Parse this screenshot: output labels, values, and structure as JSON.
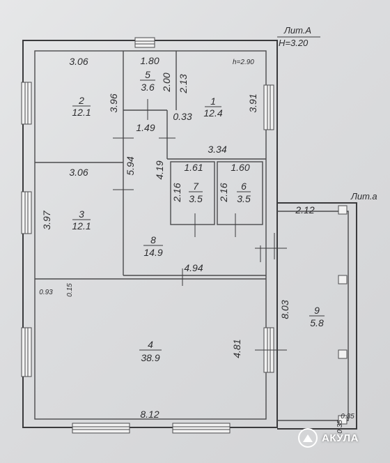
{
  "header": {
    "lit_a": "Лит.А",
    "height": "Н=3.20",
    "ceiling": "h=2.90",
    "lit_a_small": "Лит.а"
  },
  "rooms": [
    {
      "num": "1",
      "area": "12.4"
    },
    {
      "num": "2",
      "area": "12.1"
    },
    {
      "num": "3",
      "area": "12.1"
    },
    {
      "num": "4",
      "area": "38.9"
    },
    {
      "num": "5",
      "area": "3.6"
    },
    {
      "num": "6",
      "area": "3.5"
    },
    {
      "num": "7",
      "area": "3.5"
    },
    {
      "num": "8",
      "area": "14.9"
    },
    {
      "num": "9",
      "area": "5.8"
    }
  ],
  "dims": {
    "r2_top": "3.06",
    "r5_top": "1.80",
    "r5_side": "2.00",
    "r1_side_left": "2.13",
    "r2_side": "3.96",
    "r1_side_right": "3.91",
    "gap": "0.33",
    "corr_w": "1.49",
    "r1_bottom": "3.34",
    "r7_top": "1.61",
    "r6_top": "1.60",
    "r3_top": "3.06",
    "corr_h": "5.94",
    "r8_side": "4.19",
    "r7_side": "2.16",
    "r6_side": "2.16",
    "r3_side": "3.97",
    "r9_top": "2.12",
    "r8_bottom": "4.94",
    "d093": "0.93",
    "d015": "0.15",
    "r9_side": "8.03",
    "r4_side": "4.81",
    "r4_bottom": "8.12",
    "d035a": "0.35",
    "d035b": "0.35"
  },
  "watermark": {
    "text": "АКУЛА"
  }
}
